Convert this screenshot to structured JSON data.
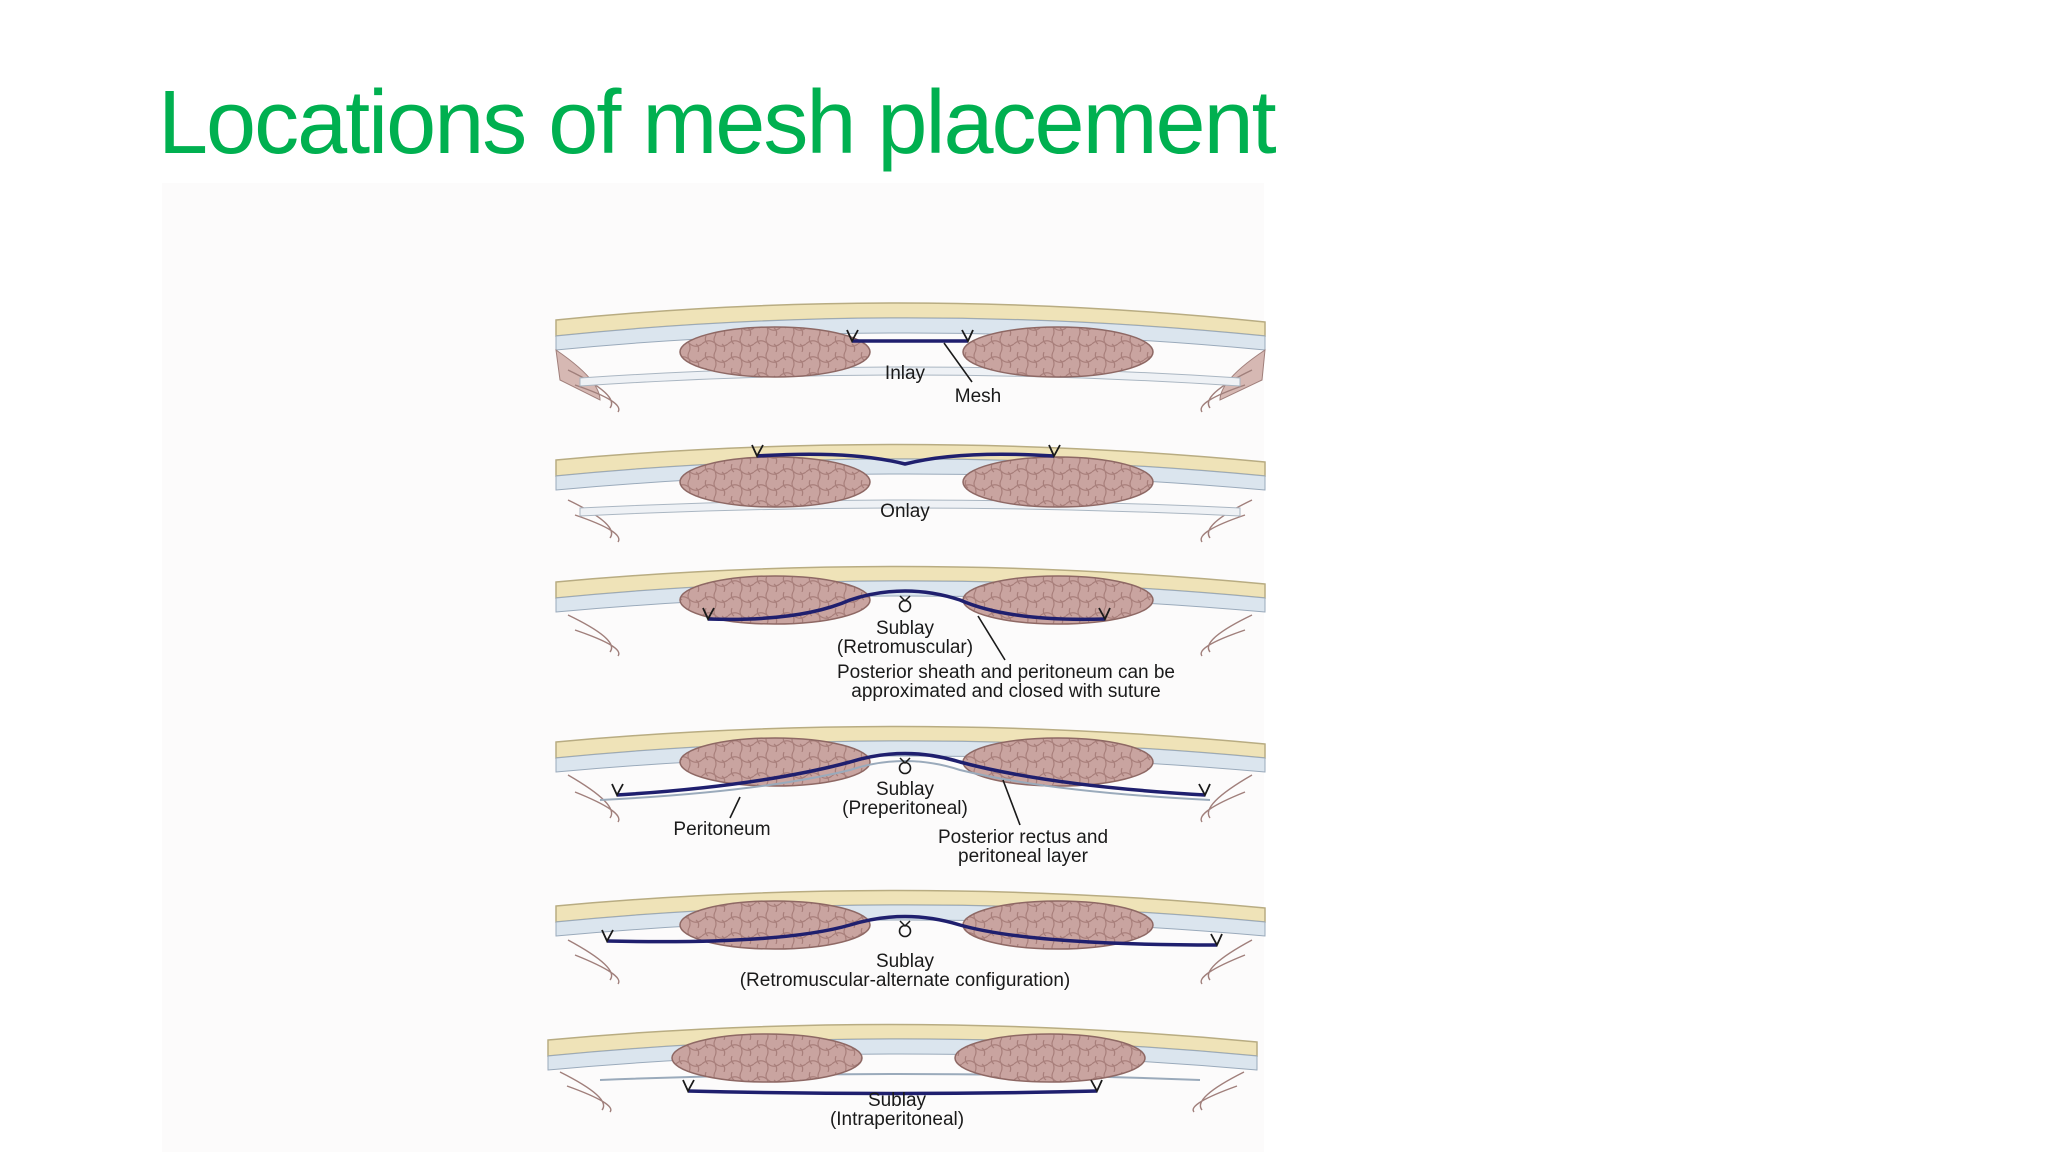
{
  "slide": {
    "title": "Locations of mesh placement"
  },
  "colors": {
    "title": "#00b050",
    "mesh": "#1f1f6e",
    "muscle": "#c9a4a0",
    "fat": "#efe3b8",
    "fascia": "#dbe5ee"
  },
  "figure": {
    "panels": [
      {
        "label_lines": [
          "Inlay"
        ],
        "extra_labels": [
          "Mesh"
        ]
      },
      {
        "label_lines": [
          "Onlay"
        ]
      },
      {
        "label_lines": [
          "Sublay",
          "(Retromuscular)"
        ],
        "note_lines": [
          "Posterior sheath and peritoneum can be",
          "approximated and closed with suture"
        ]
      },
      {
        "label_lines": [
          "Sublay",
          "(Preperitoneal)"
        ],
        "extra_labels": [
          "Peritoneum",
          "Posterior rectus and",
          "peritoneal layer"
        ]
      },
      {
        "label_lines": [
          "Sublay",
          "(Retromuscular-alternate configuration)"
        ]
      },
      {
        "label_lines": [
          "Sublay",
          "(Intraperitoneal)"
        ]
      }
    ]
  }
}
